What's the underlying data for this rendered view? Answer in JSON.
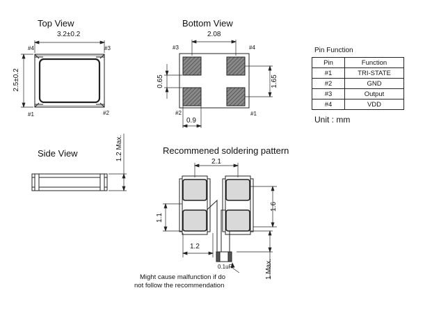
{
  "top_view": {
    "title": "Top View",
    "width_dim": "3.2±0.2",
    "height_dim": "2.5±0.2",
    "pins": [
      "#4",
      "#3",
      "#1",
      "#2"
    ]
  },
  "bottom_view": {
    "title": "Bottom View",
    "pitch_x": "2.08",
    "pitch_y": "1.65",
    "pad_h": "0.65",
    "pad_w": "0.9",
    "pins": [
      "#3",
      "#4",
      "#2",
      "#1"
    ]
  },
  "pin_function": {
    "caption": "Pin Function",
    "headers": [
      "Pin",
      "Function"
    ],
    "rows": [
      [
        "#1",
        "TRI-STATE"
      ],
      [
        "#2",
        "GND"
      ],
      [
        "#3",
        "Output"
      ],
      [
        "#4",
        "VDD"
      ]
    ],
    "unit": "Unit : mm"
  },
  "side_view": {
    "title": "Side View",
    "height_dim": "1.2 Max."
  },
  "soldering": {
    "title": "Recommened soldering pattern",
    "pitch_x": "2.1",
    "pad_h": "1.6",
    "gap": "1.1",
    "pad_w": "1.2",
    "cap_label": "0.1uF",
    "cap_dim": "1 Max.",
    "note_line1": "Might cause malfunction if do",
    "note_line2": "not follow the recommendation"
  },
  "colors": {
    "line": "#222222",
    "pad_fill": "#7a7a7a",
    "land_fill": "#d9d9d9"
  }
}
